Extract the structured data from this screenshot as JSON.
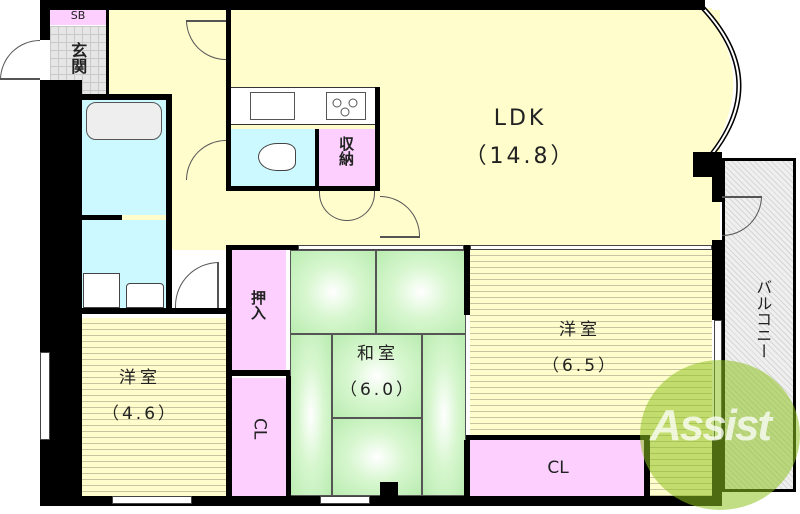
{
  "floorplan": {
    "rooms": {
      "ldk": {
        "name": "LDK",
        "size": "（14.8）"
      },
      "western_left": {
        "name": "洋室",
        "size": "（4.6）"
      },
      "washitsu": {
        "name": "和室",
        "size": "（6.0）"
      },
      "western_right": {
        "name": "洋室",
        "size": "（6.5）"
      },
      "entrance": {
        "name": "玄関"
      },
      "shoe_box": {
        "name": "SB"
      },
      "storage": {
        "name": "収納"
      },
      "oshiire": {
        "name": "押入"
      },
      "closet_left": {
        "name": "CL"
      },
      "closet_right": {
        "name": "CL"
      },
      "balcony": {
        "name": "バルコニー"
      }
    },
    "watermark": {
      "text": "Assist",
      "color": "#8fc31f",
      "accent": "#e60033"
    },
    "colors": {
      "ldk": "#fffdcc",
      "wet_area": "#ccf9ff",
      "storage": "#fccfff",
      "tatami": "#c6f0bc",
      "entrance_tile": "#e6e6e6",
      "wall": "#000000"
    }
  }
}
